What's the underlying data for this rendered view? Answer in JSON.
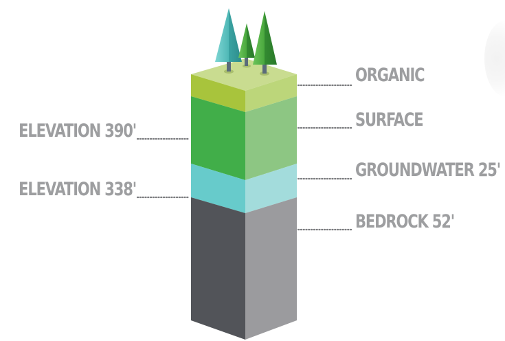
{
  "labels": {
    "organic": "ORGANIC",
    "surface": "SURFACE",
    "groundwater": "GROUNDWATER 25'",
    "bedrock": "BEDROCK  52'",
    "elevation_upper": "ELEVATION 390'",
    "elevation_lower": "ELEVATION 338'"
  },
  "layers": [
    {
      "name": "organic",
      "front_color": "#a8c43c",
      "side_color": "#bcd67a",
      "top_color": "#c9dc90"
    },
    {
      "name": "surface",
      "front_color": "#41ae49",
      "side_color": "#8dc683"
    },
    {
      "name": "groundwater",
      "front_color": "#67cbcb",
      "side_color": "#a3dcdc"
    },
    {
      "name": "bedrock",
      "front_color": "#525459",
      "side_color": "#9b9b9e"
    }
  ],
  "trees": [
    {
      "name": "tall-teal-tree",
      "color": "#5cc4c2"
    },
    {
      "name": "small-green-tree",
      "color": "#4dae3e"
    },
    {
      "name": "large-green-tree",
      "color": "#3e9a3c"
    }
  ],
  "colors": {
    "label_text": "#9d9ea0",
    "leader_dots": "#7a7b7e"
  }
}
